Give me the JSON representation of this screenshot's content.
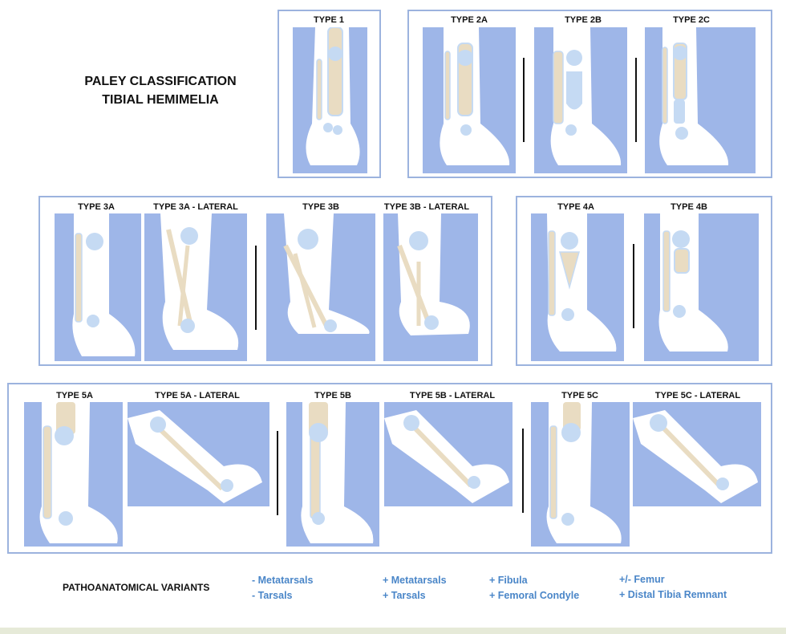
{
  "title": {
    "line1": "PALEY CLASSIFICATION",
    "line2": "TIBIAL HEMIMELIA"
  },
  "types": {
    "t1": "TYPE 1",
    "t2a": "TYPE 2A",
    "t2b": "TYPE 2B",
    "t2c": "TYPE 2C",
    "t3a": "TYPE 3A",
    "t3al": "TYPE 3A - LATERAL",
    "t3b": "TYPE 3B",
    "t3bl": "TYPE 3B - LATERAL",
    "t4a": "TYPE 4A",
    "t4b": "TYPE 4B",
    "t5a": "TYPE 5A",
    "t5al": "TYPE 5A - LATERAL",
    "t5b": "TYPE 5B",
    "t5bl": "TYPE 5B - LATERAL",
    "t5c": "TYPE 5C",
    "t5cl": "TYPE 5C - LATERAL"
  },
  "legend": {
    "label": "PATHOANATOMICAL VARIANTS",
    "variants": [
      [
        "- Metatarsals",
        "- Tarsals"
      ],
      [
        "+ Metatarsals",
        "+ Tarsals"
      ],
      [
        "+ Fibula",
        "+ Femoral Condyle"
      ],
      [
        "+/- Femur",
        "+ Distal Tibia Remnant"
      ]
    ]
  },
  "colors": {
    "panel": "#9eb6e8",
    "border": "#9cb3de",
    "bone": "#e9dcc2",
    "cartilage": "#c5daf3",
    "variant_text": "#4a86c8"
  }
}
